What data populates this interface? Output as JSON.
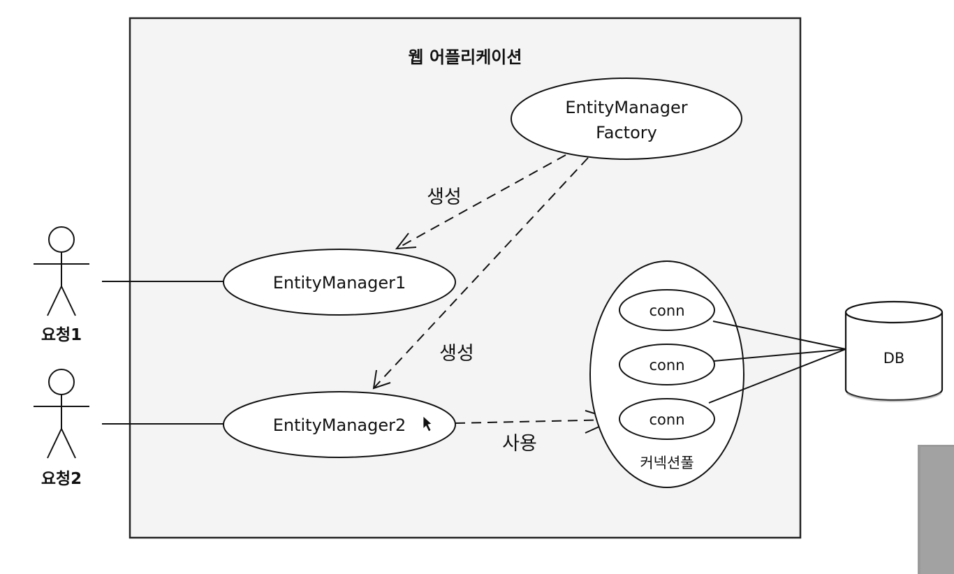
{
  "diagram": {
    "container_title": "웹 어플리케이션",
    "factory": {
      "line1": "EntityManager",
      "line2": "Factory"
    },
    "entity_manager_1": "EntityManager1",
    "entity_manager_2": "EntityManager2",
    "create_label_1": "생성",
    "create_label_2": "생성",
    "use_label": "사용",
    "connection_pool": {
      "label": "커넥션풀",
      "connections": [
        "conn",
        "conn",
        "conn"
      ]
    },
    "database": "DB",
    "actors": [
      "요청1",
      "요청2"
    ]
  }
}
